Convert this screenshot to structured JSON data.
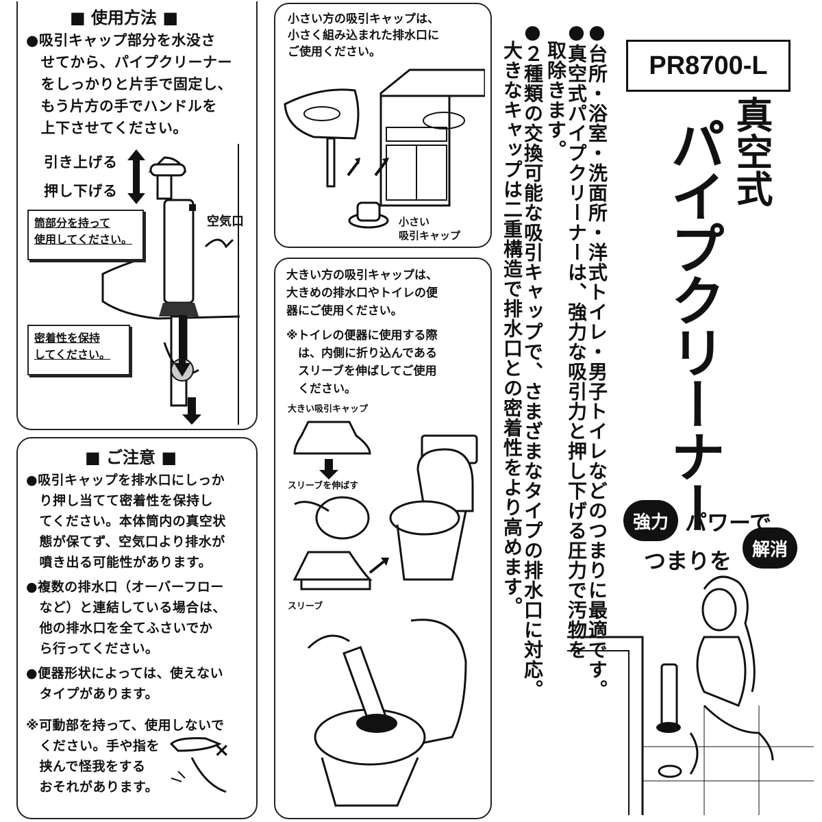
{
  "usage": {
    "heading": "■ 使用方法 ■",
    "lines": [
      "●吸引キャップ部分を水没さ",
      "　せてから、パイプクリーナー",
      "　をしっかりと片手で固定し、",
      "　もう片方の手でハンドルを",
      "　上下させてください。"
    ],
    "pull_up": "引き上げる",
    "push_down": "押し下げる",
    "air_hole": "空気口",
    "hold_label": [
      "筒部分を持って",
      "使用してください。"
    ],
    "seal_label": [
      "密着性を保持",
      "してください。"
    ]
  },
  "small_cap": {
    "lines": [
      "小さい方の吸引キャップは、",
      "小さく組み込まれた排水口に",
      "ご使用ください。"
    ],
    "caption": [
      "小さい",
      "吸引キャップ"
    ]
  },
  "large_cap": {
    "lines": [
      "大きい方の吸引キャップは、",
      "大きめの排水口やトイレの便",
      "器にご使用ください。"
    ],
    "note": [
      "※トイレの便器に使用する際",
      "　は、内側に折り込んである",
      "　スリーブを伸ばしてご使用",
      "　ください。"
    ],
    "cap_label": "大きい吸引キャップ",
    "extend_label": "スリーブを伸ばす",
    "sleeve_label": "スリーブ"
  },
  "caution": {
    "heading": "■ ご注意 ■",
    "lines": [
      "●吸引キャップを排水口にしっか",
      "　り押し当てて密着性を保持し",
      "　てください。本体筒内の真空状",
      "　態が保てず、空気口より排水が",
      "　噴き出る可能性があります。",
      "●複数の排水口（オーバーフロー",
      "　など）と連結している場合は、",
      "　他の排水口を全てふさいでか",
      "　ら行ってください。",
      "●便器形状によっては、使えない",
      "　タイプがあります。"
    ],
    "note": [
      "※可動部を持って、使用しないで",
      "　ください。手や指を",
      "　挟んで怪我をする",
      "　おそれがあります。"
    ],
    "x_mark": "×"
  },
  "features": [
    "●台所・浴室・洗面所・洋式トイレ・男子トイレなどのつまりに最適です。",
    "●真空式パイプクリーナーは、強力な吸引力と押し下げる圧力で汚物を",
    "　取除きます。",
    "●２種類の交換可能な吸引キャップで、さまざまなタイプの排水口に対応。",
    "　大きなキャップは二重構造で排水口との密着性をより高めます。"
  ],
  "product": {
    "model": "PR8700-L",
    "title_line1": "真空式",
    "title_line2": "パイプクリーナー"
  },
  "slogan": {
    "badge1": "強力",
    "text1": "パワーで",
    "text2": "つまりを",
    "badge2": "解消"
  }
}
